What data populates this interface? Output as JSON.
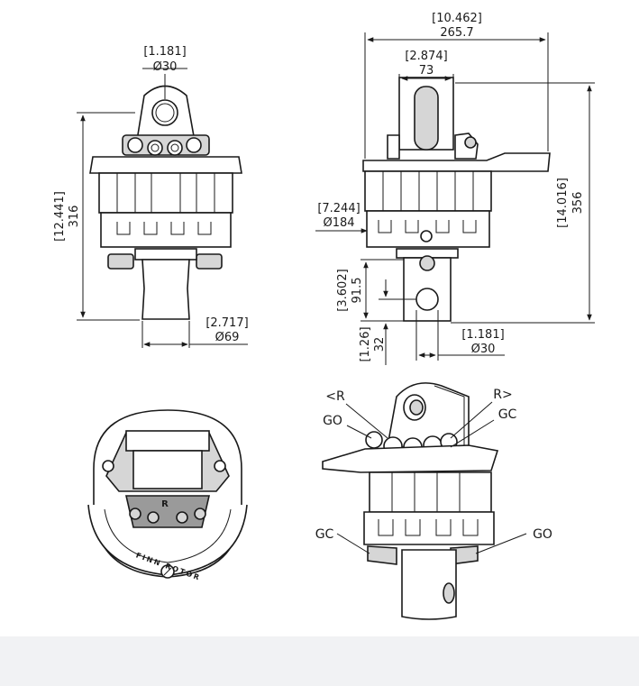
{
  "dimensions": {
    "front_pin_diameter": {
      "inch": "[1.181]",
      "mm": "Ø30"
    },
    "front_height": {
      "inch": "[12.441]",
      "mm": "316"
    },
    "front_shaft_diameter": {
      "inch": "[2.717]",
      "mm": "Ø69"
    },
    "side_width": {
      "inch": "[10.462]",
      "mm": "265.7"
    },
    "side_bracket_width": {
      "inch": "[2.874]",
      "mm": "73"
    },
    "side_body_diameter": {
      "inch": "[7.244]",
      "mm": "Ø184"
    },
    "side_height": {
      "inch": "[14.016]",
      "mm": "356"
    },
    "side_shaft_length": {
      "inch": "[3.602]",
      "mm": "91.5"
    },
    "side_hole_offset": {
      "inch": "[1.26]",
      "mm": "32"
    },
    "side_hole_diameter": {
      "inch": "[1.181]",
      "mm": "Ø30"
    }
  },
  "callouts": {
    "rotate_left": "<R",
    "rotate_right": "R>",
    "go_top": "GO",
    "gc_top": "GC",
    "gc_bottom": "GC",
    "go_bottom": "GO"
  },
  "logo": {
    "text": "FINN ROTOR",
    "plate_letter": "R"
  },
  "colors": {
    "line": "#1a1a1a",
    "background": "#ffffff",
    "footer": "#f1f2f4"
  }
}
